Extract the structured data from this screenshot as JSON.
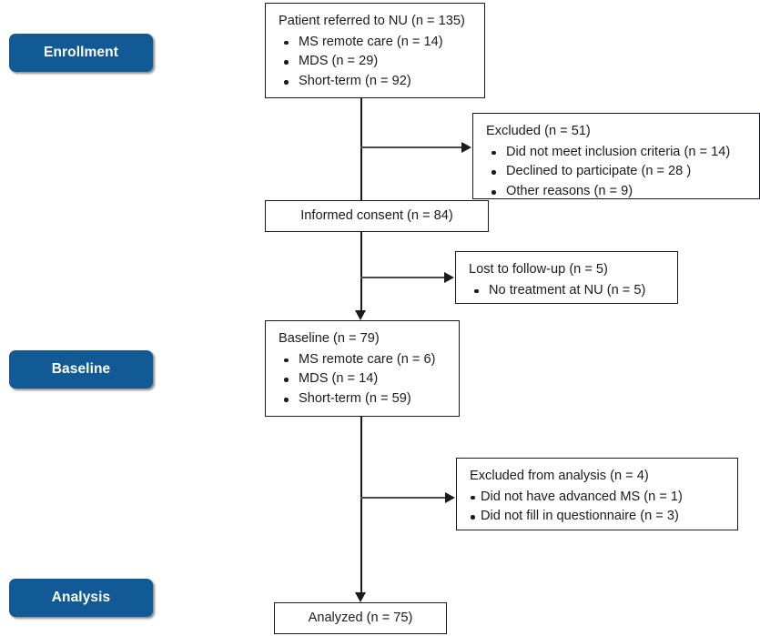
{
  "figure": {
    "type": "study-flow-diagram",
    "accent_color": "#125a96",
    "text_color": "#1a1a22"
  },
  "stages": [
    {
      "label": "Enrollment"
    },
    {
      "label": "Baseline"
    },
    {
      "label": "Analysis"
    }
  ],
  "nodes": {
    "referred": {
      "title": "Patient referred to NU (n = 135)",
      "items": [
        "MS remote care (n = 14)",
        "MDS (n = 29)",
        "Short-term (n = 92)"
      ]
    },
    "excluded": {
      "title": "Excluded  (n = 51)",
      "items": [
        "Did not meet inclusion criteria (n = 14)",
        "Declined to participate (n = 28 )",
        "Other reasons (n = 9)"
      ]
    },
    "consent": {
      "title": "Informed consent (n = 84)"
    },
    "lost": {
      "title": "Lost to follow-up (n = 5)",
      "items": [
        "No treatment at NU (n = 5)"
      ]
    },
    "baseline": {
      "title": "Baseline (n = 79)",
      "items": [
        "MS remote care (n = 6)",
        "MDS (n = 14)",
        "Short-term (n = 59)"
      ]
    },
    "excluded_analysis": {
      "title": "Excluded from analysis (n = 4)",
      "items": [
        "Did not have advanced MS (n = 1)",
        "Did not fill in questionnaire (n = 3)"
      ]
    },
    "analyzed": {
      "title": "Analyzed (n = 75)"
    }
  }
}
